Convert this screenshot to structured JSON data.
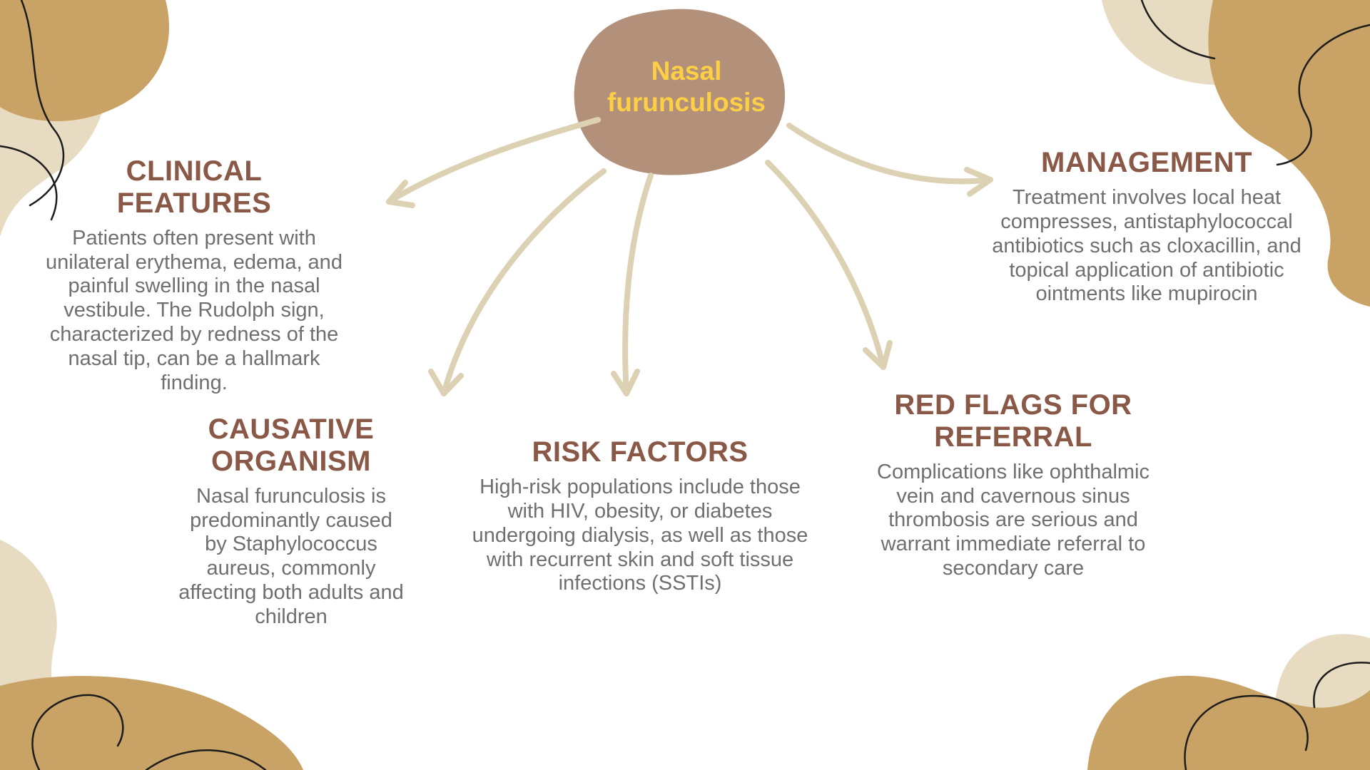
{
  "title": "Nasal furunculosis",
  "sections": {
    "clinical_features": {
      "title": "CLINICAL FEATURES",
      "body": "Patients often present with unilateral erythema, edema, and painful swelling in the nasal vestibule. The Rudolph sign, characterized by redness of the nasal tip, can be a hallmark finding."
    },
    "management": {
      "title": "MANAGEMENT",
      "body": "Treatment involves local heat compresses, antistaphylococcal antibiotics such as cloxacillin, and topical application of antibiotic ointments like mupirocin"
    },
    "causative_organism": {
      "title": "CAUSATIVE ORGANISM",
      "body": "Nasal furunculosis is predominantly caused by Staphylococcus aureus, commonly affecting both adults and children"
    },
    "risk_factors": {
      "title": "RISK FACTORS",
      "body": "High-risk populations include those with HIV, obesity, or diabetes undergoing dialysis, as well as those with recurrent skin and soft tissue infections (SSTIs)"
    },
    "red_flags": {
      "title": "RED FLAGS FOR REFERRAL",
      "body": "Complications like ophthalmic vein and cavernous sinus thrombosis are serious and warrant immediate referral to secondary care"
    }
  },
  "colors": {
    "background": "#ffffff",
    "center_blob": "#b3907a",
    "center_title": "#fccf45",
    "heading": "#8a5846",
    "body_text": "#6f6f6f",
    "arrow": "#ddd1b3",
    "corner_tan": "#c9a266",
    "corner_beige": "#e7dbc1",
    "outline": "#1c1c1c"
  }
}
